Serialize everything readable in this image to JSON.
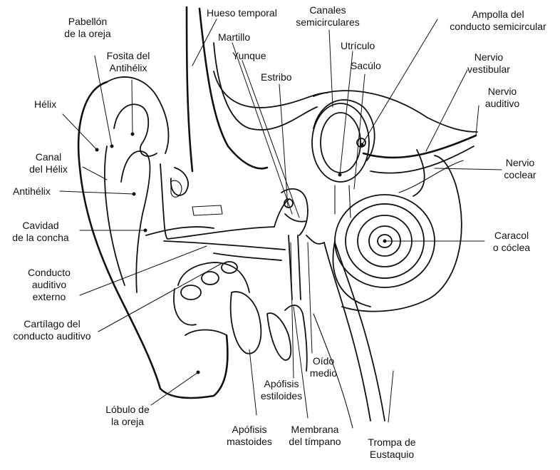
{
  "diagram": {
    "labels": {
      "pabellon": "Pabellón\nde la oreja",
      "fosita": "Fosita del\nAntihélix",
      "helix": "Hélix",
      "canal_helix": "Canal\ndel Hélix",
      "antihelix": "Antihélix",
      "cavidad": "Cavidad\nde la concha",
      "conducto_externo": "Conducto\nauditivo\nexterno",
      "cartilago": "Cartílago del\nconducto auditivo",
      "lobulo": "Lóbulo de\nla oreja",
      "hueso_temporal": "Hueso temporal",
      "martillo": "Martillo",
      "yunque": "Yunque",
      "estribo": "Estribo",
      "canales": "Canales\nsemicirculares",
      "utriculo": "Utrículo",
      "saculo": "Sacúlo",
      "ampolla": "Ampolla del\nconducto semicircular",
      "nervio_vestibular": "Nervio\nvestibular",
      "nervio_auditivo": "Nervio\nauditivo",
      "nervio_coclear": "Nervio\ncoclear",
      "caracol": "Caracol\no cóclea",
      "oido_medio": "Oído\nmedio",
      "apofisis_estiloides": "Apófisis\nestiloides",
      "apofisis_mastoides": "Apófisis\nmastoides",
      "membrana": "Membrana\ndel tímpano",
      "trompa": "Trompa de\nEustaquio"
    }
  }
}
